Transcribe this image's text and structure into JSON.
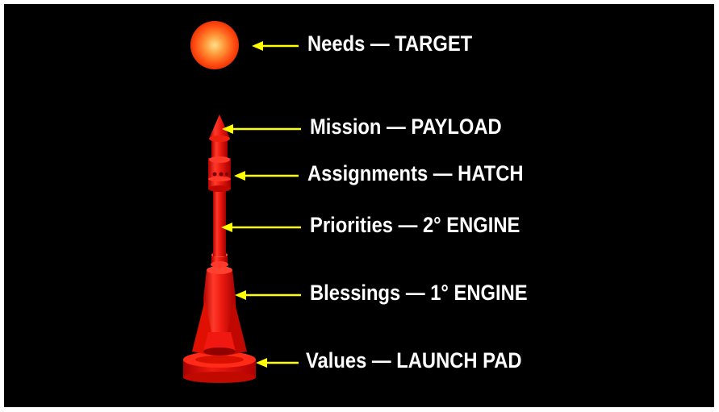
{
  "colors": {
    "background": "#000000",
    "arrow": "#ffff00",
    "rocket": "#e00000",
    "label_text": "#ffffff"
  },
  "items": [
    {
      "label": "Needs — TARGET",
      "part": "target-sphere"
    },
    {
      "label": "Mission — PAYLOAD",
      "part": "nose-cone"
    },
    {
      "label": "Assignments — HATCH",
      "part": "hatch"
    },
    {
      "label": "Priorities — 2° ENGINE",
      "part": "second-stage"
    },
    {
      "label": "Blessings — 1° ENGINE",
      "part": "first-stage"
    },
    {
      "label": "Values — LAUNCH PAD",
      "part": "launch-pad"
    }
  ]
}
